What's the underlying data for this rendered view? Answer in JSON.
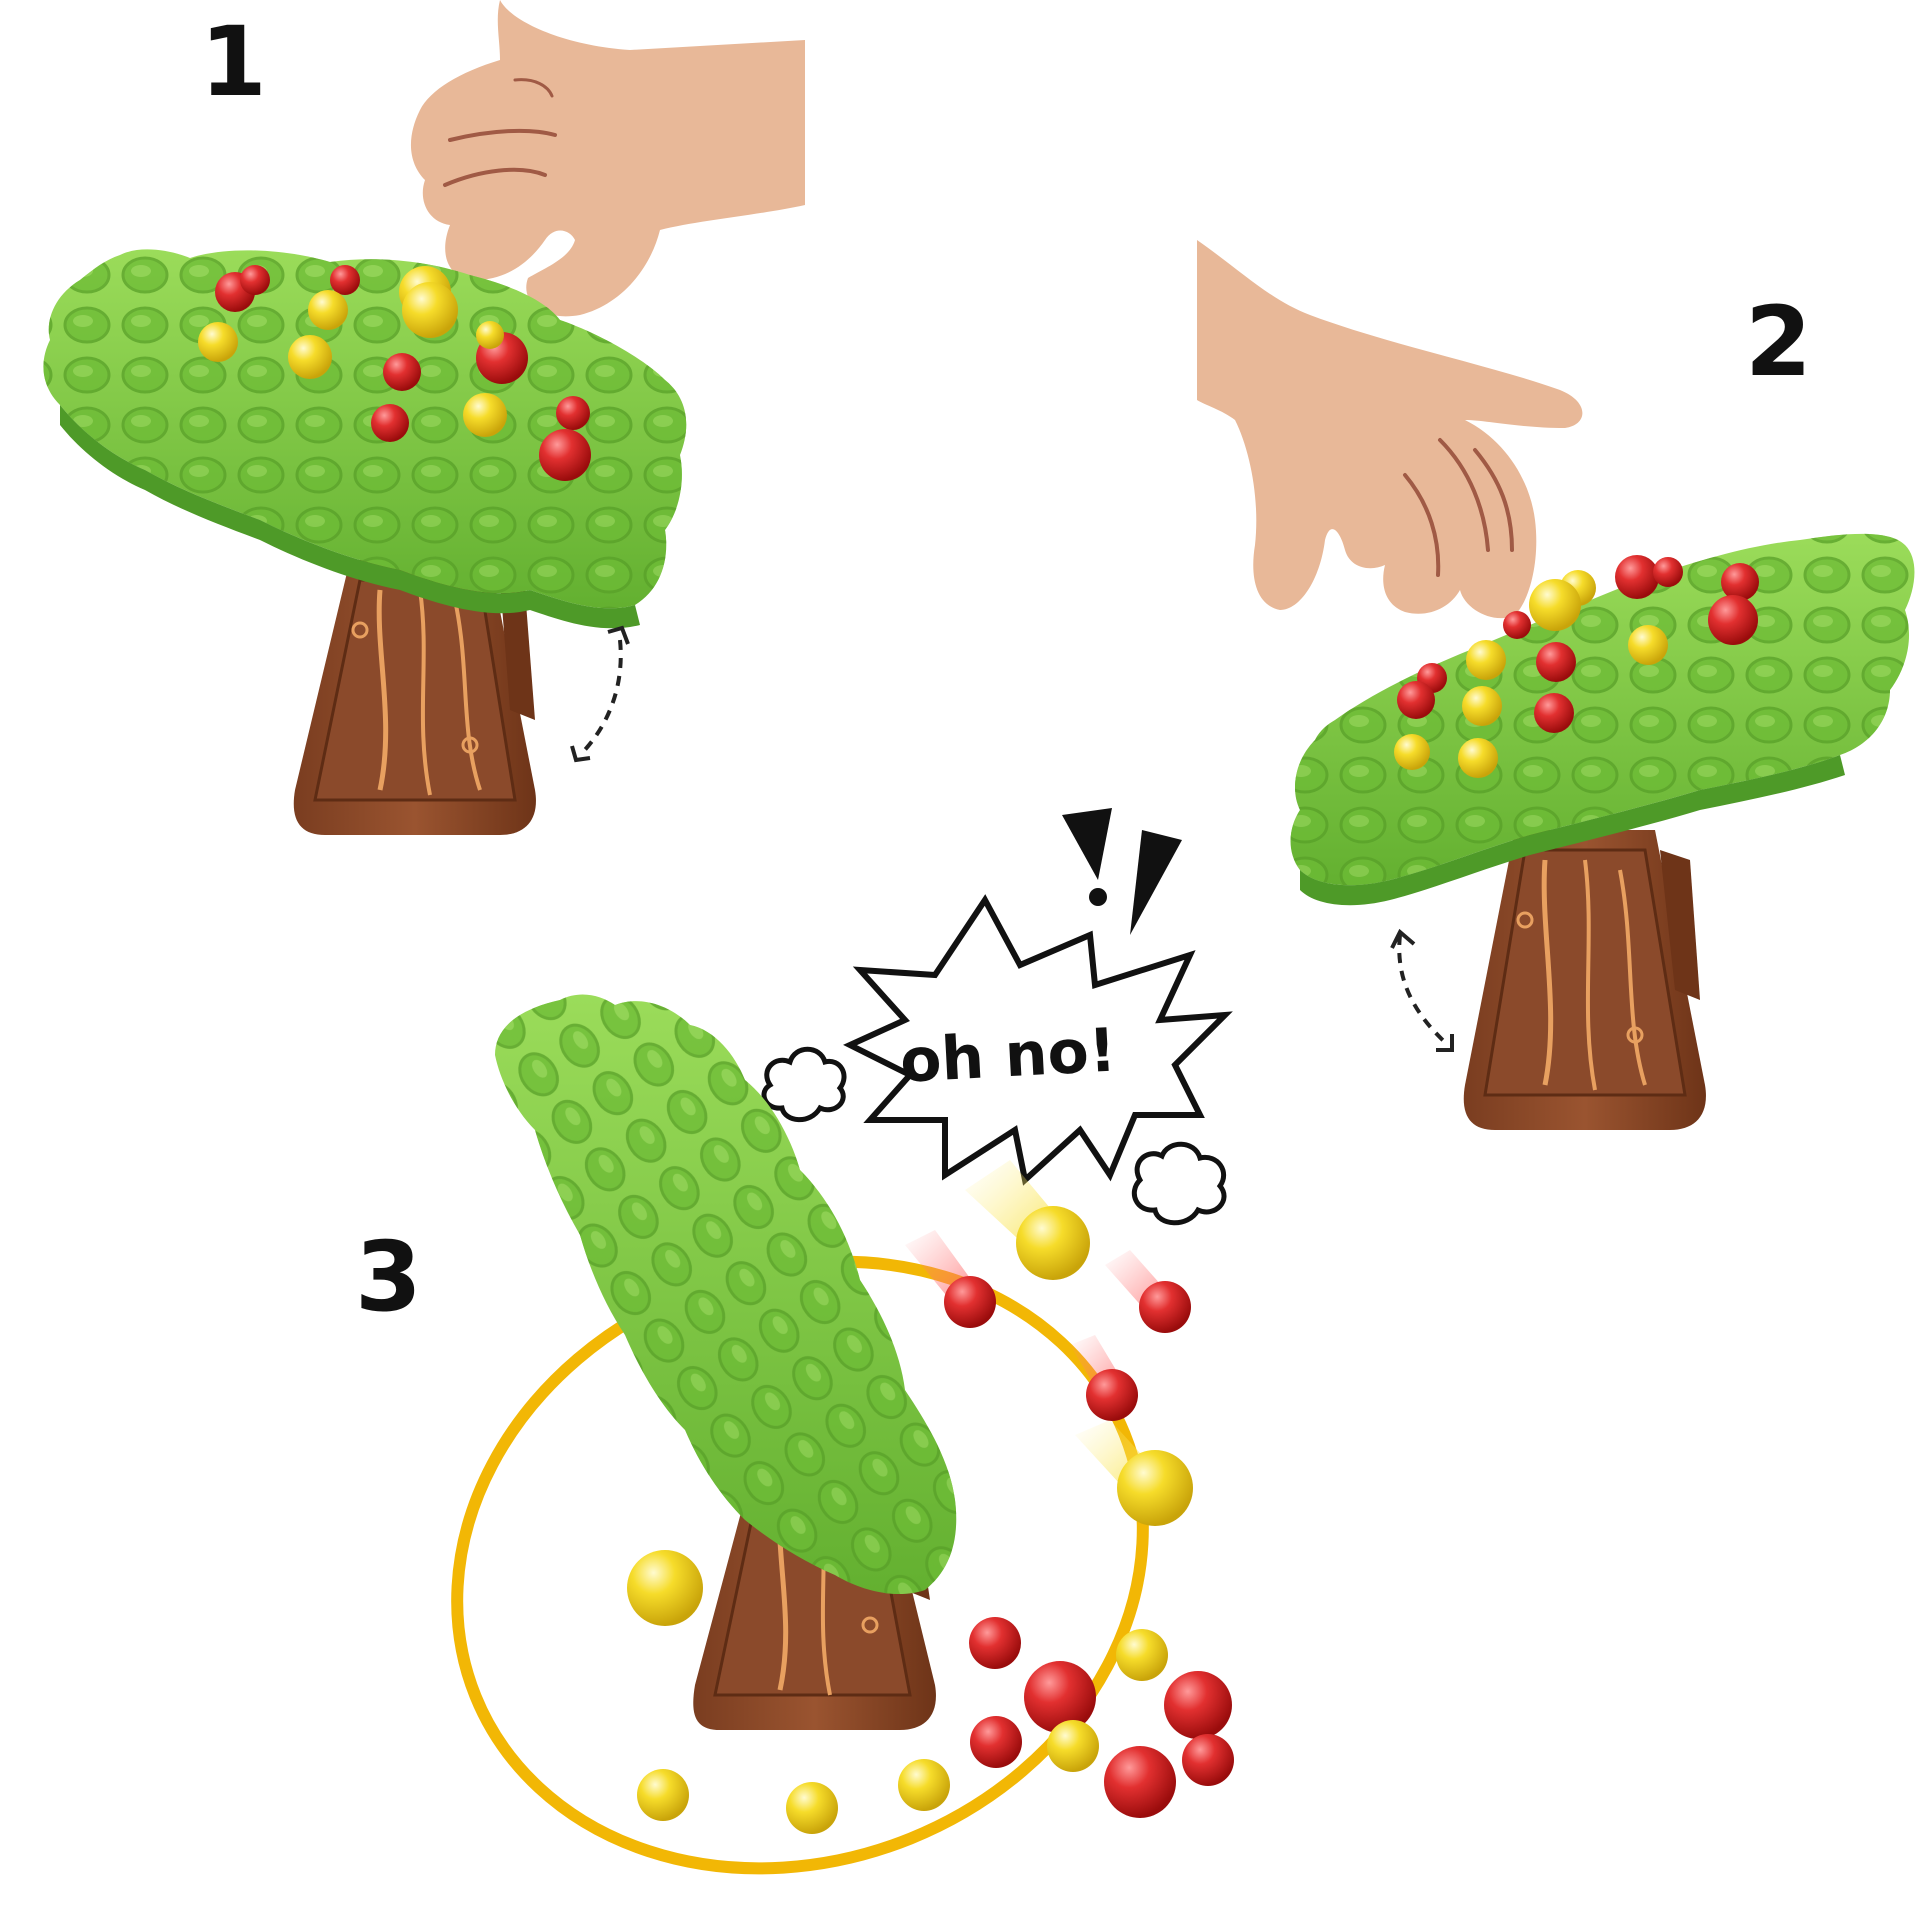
{
  "steps": [
    {
      "number": "1"
    },
    {
      "number": "2"
    },
    {
      "number": "3"
    }
  ],
  "exclamation": "oh no!",
  "colors": {
    "leaf_green": "#7ac943",
    "leaf_dark": "#4e9a28",
    "trunk_brown": "#8b4a2b",
    "trunk_light": "#e8a060",
    "skin": "#e8b898",
    "apple_red": "#d42020",
    "apple_yellow": "#f2d51c",
    "ring_yellow": "#f2b705"
  },
  "icons": [
    "hand-icon",
    "dashed-arrow-icon",
    "burst-bubble-icon",
    "puff-cloud-icon",
    "exclamation-marks-icon"
  ]
}
